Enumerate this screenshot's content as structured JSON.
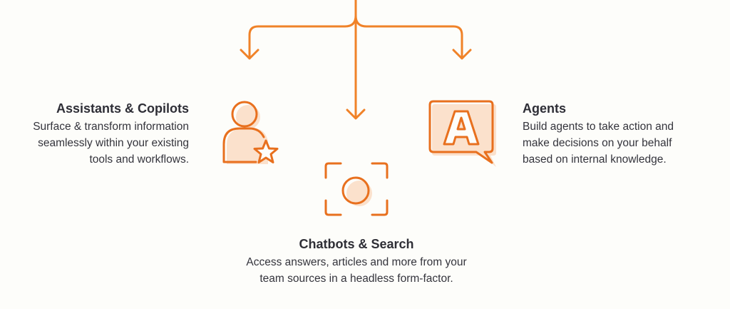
{
  "diagram": {
    "accent_color": "#f08228",
    "icon_stroke_color": "#e8701e",
    "icon_fill_color": "#fbe1cc",
    "background_color": "#fdfdfa",
    "flow": {
      "root": "top-stem",
      "branches": [
        "assistants-copilots",
        "chatbots-search",
        "agents"
      ]
    }
  },
  "nodes": {
    "assistants": {
      "icon": "user-star-icon",
      "title": "Assistants & Copilots",
      "lines": [
        "Surface & transform information",
        "seamlessly within your existing",
        "tools and workflows."
      ]
    },
    "chatbots": {
      "icon": "focus-circle-icon",
      "title": "Chatbots & Search",
      "lines": [
        "Access answers, articles and more from your",
        "team sources in a headless form-factor."
      ]
    },
    "agents": {
      "icon": "chat-bubble-letter-a-icon",
      "icon_letter": "A",
      "title": "Agents",
      "lines": [
        "Build agents to take action and",
        "make decisions on your behalf",
        "based on internal knowledge."
      ]
    }
  }
}
